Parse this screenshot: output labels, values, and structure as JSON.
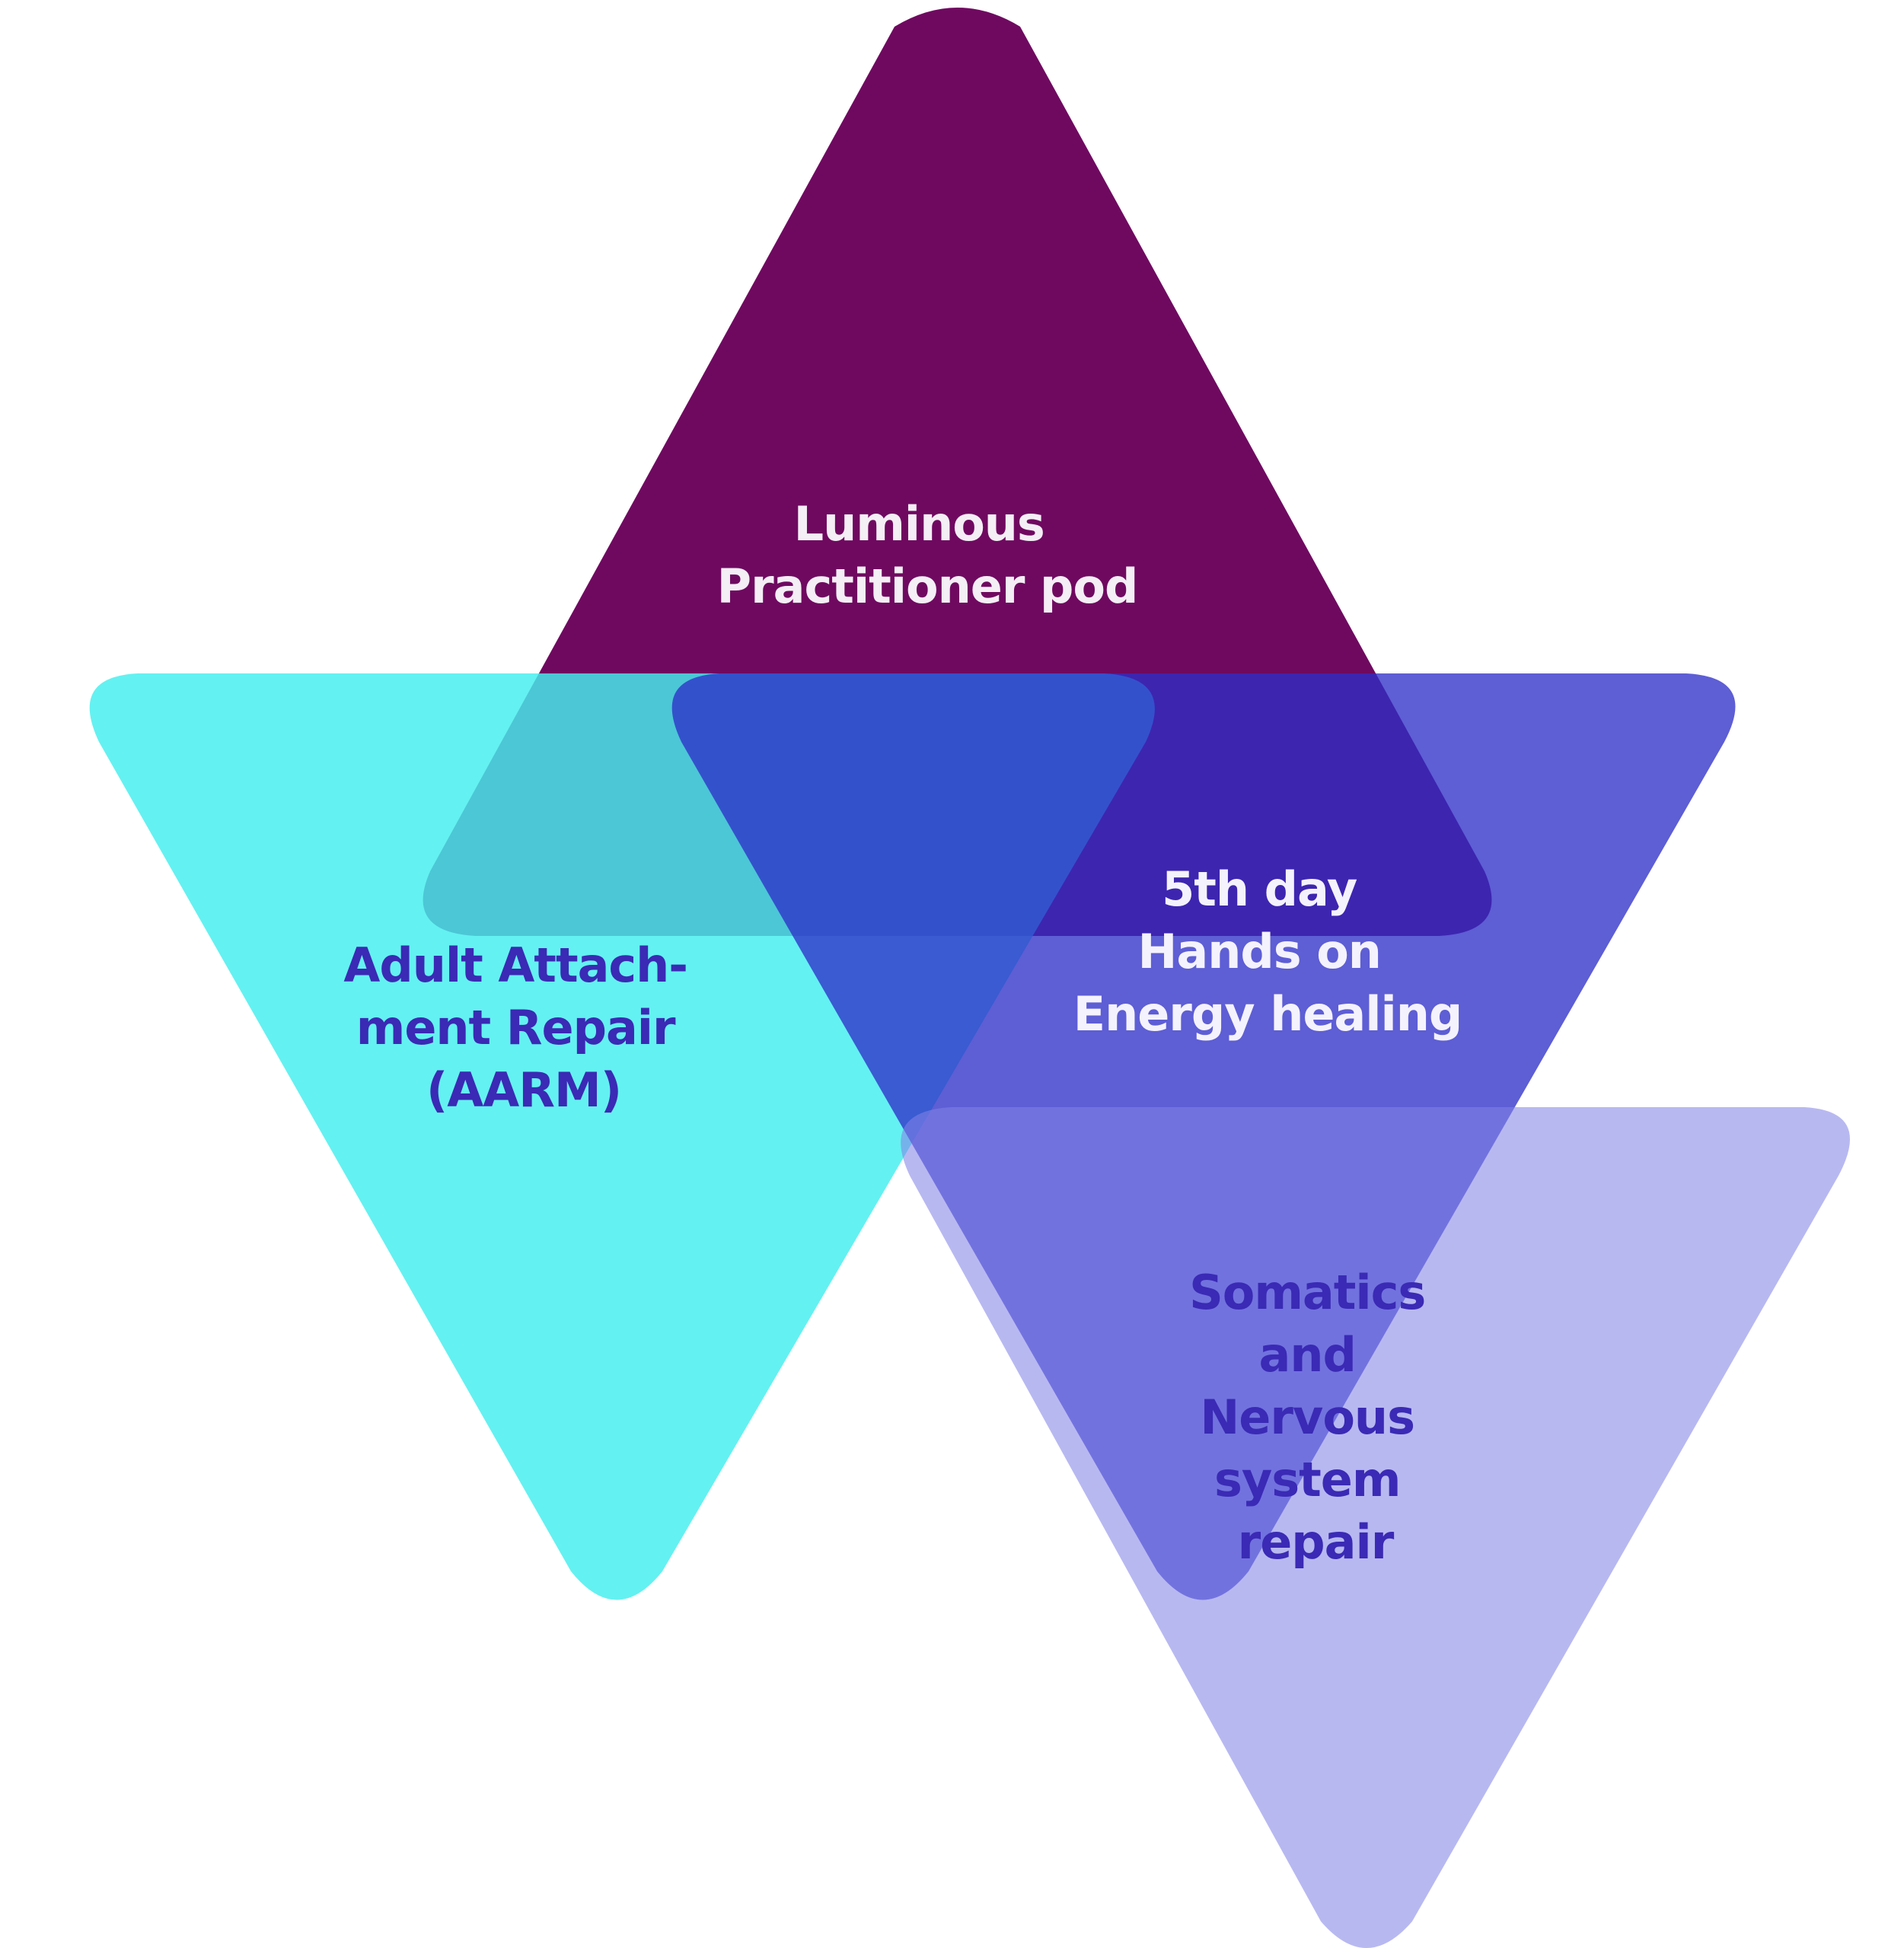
{
  "shapes": [
    {
      "id": "luminous",
      "color": "#6F0960",
      "opacity": 1,
      "lines": [
        "Luminous",
        "Practitioner pod"
      ],
      "text_color": "#F4EEF5"
    },
    {
      "id": "aarm",
      "color": "#44EEEE",
      "opacity": 0.83,
      "lines": [
        "Adult Attach-",
        "ment Repair",
        "(AARM)"
      ],
      "text_color": "#3A2AB5"
    },
    {
      "id": "energy",
      "color": "#2D2DC8",
      "opacity": 0.77,
      "lines": [
        "5th day",
        "Hands on",
        "Energy healing"
      ],
      "text_color": "#F4F2FC"
    },
    {
      "id": "somatics",
      "color": "#8383E6",
      "opacity": 0.57,
      "lines": [
        "Somatics",
        "and",
        "Nervous",
        "system",
        "repair"
      ],
      "text_color": "#3A2AB5"
    }
  ]
}
